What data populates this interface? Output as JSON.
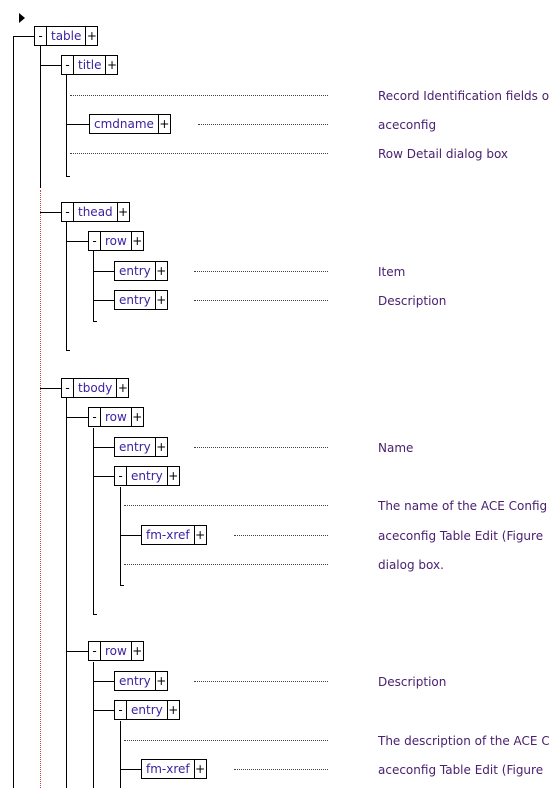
{
  "toggle": {
    "collapse": "-",
    "expand": "+"
  },
  "nodes": {
    "table": "table",
    "title": "title",
    "cmdname": "cmdname",
    "thead": "thead",
    "thead_row": "row",
    "thead_entry1": "entry",
    "thead_entry2": "entry",
    "tbody": "tbody",
    "row1": "row",
    "row1_entry1": "entry",
    "row1_entry2": "entry",
    "row1_fmxref": "fm-xref",
    "row2": "row",
    "row2_entry1": "entry",
    "row2_entry2": "entry",
    "row2_fmxref": "fm-xref"
  },
  "text": {
    "title_1": "Record Identification fields or",
    "cmdname": "aceconfig",
    "title_2": "Row Detail dialog box",
    "head_item": "Item",
    "head_desc": "Description",
    "r1_name": "Name",
    "r1_t1": "The name of the ACE Config",
    "r1_t2": "aceconfig Table Edit (Figure",
    "r1_t3": "dialog box.",
    "r2_desc": "Description",
    "r2_t1": "The description of the ACE C",
    "r2_t2": "aceconfig Table Edit (Figure"
  }
}
